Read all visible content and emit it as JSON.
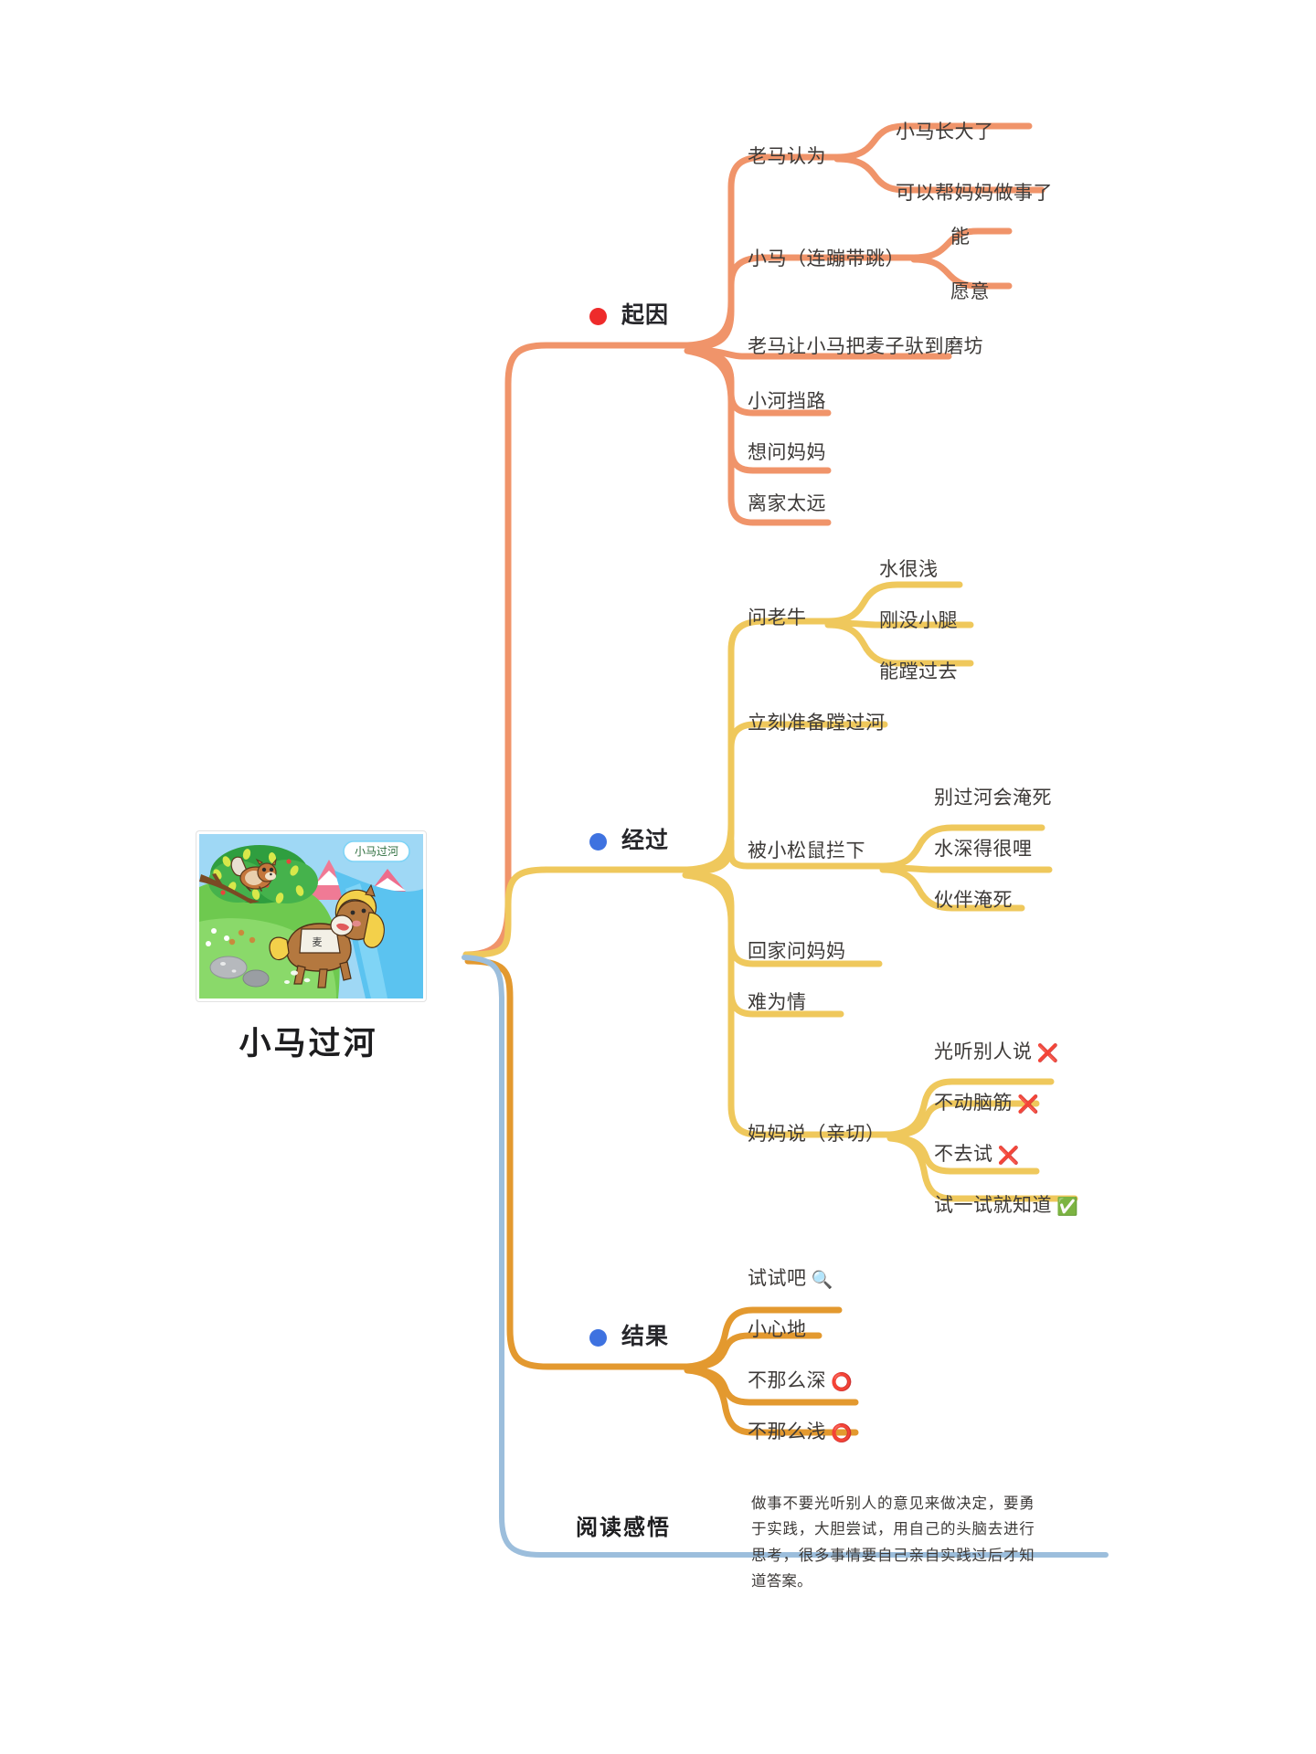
{
  "document": {
    "title": "小马过河",
    "type": "mind-map"
  },
  "hero": {
    "caption": "小马过河",
    "image_badge": "小马过河",
    "image_alt": "小马过河插图"
  },
  "colors": {
    "branch_cause": "#F0946A",
    "branch_process": "#EFC85C",
    "branch_result": "#E3992F",
    "branch_insight": "#9CBEDC",
    "bullet_red": "#EE2B2B",
    "bullet_blue": "#3E72E0",
    "text": "#3d3a38"
  },
  "sections": [
    {
      "id": "cause",
      "label": "起因",
      "bullet": "red-dot",
      "color": "#F0946A",
      "children": [
        {
          "label": "老马认为",
          "children": [
            {
              "label": "小马长大了"
            },
            {
              "label": "可以帮妈妈做事了"
            }
          ]
        },
        {
          "label": "小马（连蹦带跳）",
          "children": [
            {
              "label": "能"
            },
            {
              "label": "愿意"
            }
          ]
        },
        {
          "label": "老马让小马把麦子驮到磨坊",
          "children": []
        },
        {
          "label": "小河挡路",
          "children": []
        },
        {
          "label": "想问妈妈",
          "children": []
        },
        {
          "label": "离家太远",
          "children": []
        }
      ]
    },
    {
      "id": "process",
      "label": "经过",
      "bullet": "blue-dot",
      "color": "#EFC85C",
      "children": [
        {
          "label": "问老牛",
          "children": [
            {
              "label": "水很浅"
            },
            {
              "label": "刚没小腿"
            },
            {
              "label": "能蹚过去"
            }
          ]
        },
        {
          "label": "立刻准备蹚过河",
          "children": []
        },
        {
          "label": "被小松鼠拦下",
          "children": [
            {
              "label": "别过河会淹死"
            },
            {
              "label": "水深得很哩"
            },
            {
              "label": "伙伴淹死"
            }
          ]
        },
        {
          "label": "回家问妈妈",
          "children": []
        },
        {
          "label": "难为情",
          "children": []
        },
        {
          "label": "妈妈说（亲切）",
          "children": [
            {
              "label": "光听别人说",
              "icon": "cross-mark",
              "icon_glyph": "❌"
            },
            {
              "label": "不动脑筋",
              "icon": "cross-mark",
              "icon_glyph": "❌"
            },
            {
              "label": "不去试",
              "icon": "cross-mark",
              "icon_glyph": "❌"
            },
            {
              "label": "试一试就知道",
              "icon": "check-mark-button",
              "icon_glyph": "✅"
            }
          ]
        }
      ]
    },
    {
      "id": "result",
      "label": "结果",
      "bullet": "blue-dot",
      "color": "#E3992F",
      "children": [
        {
          "label": "试试吧",
          "icon": "magnifying-glass",
          "icon_glyph": "🔍"
        },
        {
          "label": "小心地"
        },
        {
          "label": "不那么深",
          "icon": "heavy-large-circle",
          "icon_glyph": "⭕"
        },
        {
          "label": "不那么浅",
          "icon": "heavy-large-circle",
          "icon_glyph": "⭕"
        }
      ]
    }
  ],
  "insight": {
    "title": "阅读感悟",
    "body": "做事不要光听别人的意见来做决定，要勇于实践，大胆尝试，用自己的头脑去进行思考，很多事情要自己亲自实践过后才知道答案。"
  }
}
